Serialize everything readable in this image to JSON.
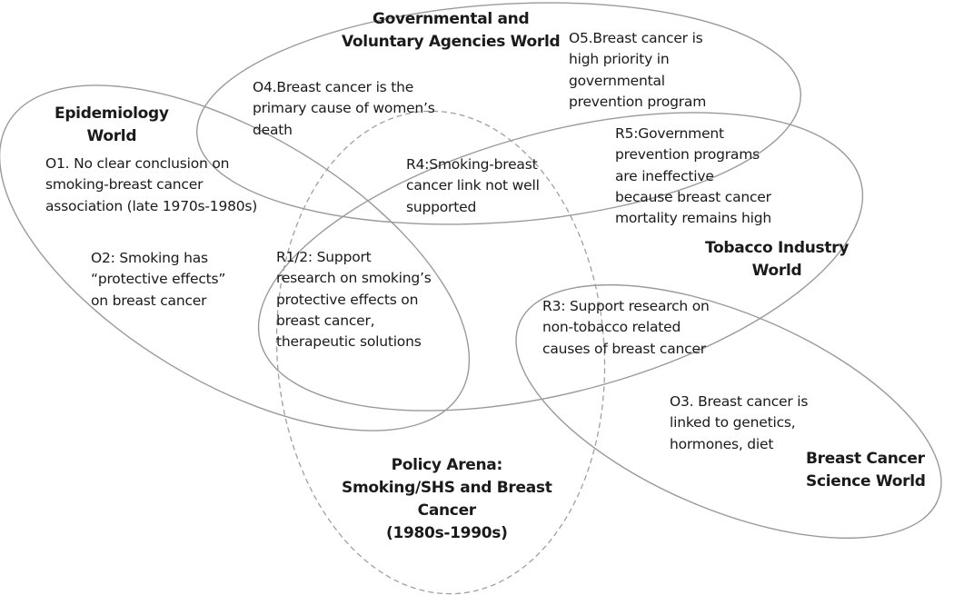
{
  "diagram": {
    "type": "overlapping-worlds-venn",
    "stroke_color": "#999999",
    "worlds": [
      {
        "id": "governmental",
        "title": "Governmental and\nVoluntary Agencies World",
        "line": "solid"
      },
      {
        "id": "epidemiology",
        "title": "Epidemiology\nWorld",
        "line": "solid"
      },
      {
        "id": "tobacco",
        "title": "Tobacco Industry\nWorld",
        "line": "solid"
      },
      {
        "id": "breast_cancer_science",
        "title": "Breast Cancer\nScience World",
        "line": "solid"
      },
      {
        "id": "policy_arena",
        "title": "Policy Arena:\nSmoking/SHS and Breast\nCancer\n(1980s-1990s)",
        "line": "dashed"
      }
    ],
    "statements": {
      "O1": "O1. No clear conclusion on\nsmoking-breast cancer\nassociation (late 1970s-1980s)",
      "O2": "O2: Smoking has\n“protective effects”\non breast cancer",
      "O3": "O3. Breast cancer is\nlinked to genetics,\nhormones, diet",
      "O4": "O4.Breast cancer is the\nprimary cause of women’s\ndeath",
      "O5": "O5.Breast cancer is\nhigh priority in\ngovernmental\nprevention program",
      "R1_2": "R1/2: Support\nresearch on smoking’s\nprotective effects on\nbreast cancer,\ntherapeutic solutions",
      "R3": "R3: Support research on\nnon-tobacco related\ncauses of breast cancer",
      "R4": "R4:Smoking-breast\ncancer link not well\nsupported",
      "R5": "R5:Government\nprevention programs\nare ineffective\nbecause breast cancer\nmortality remains high"
    }
  }
}
